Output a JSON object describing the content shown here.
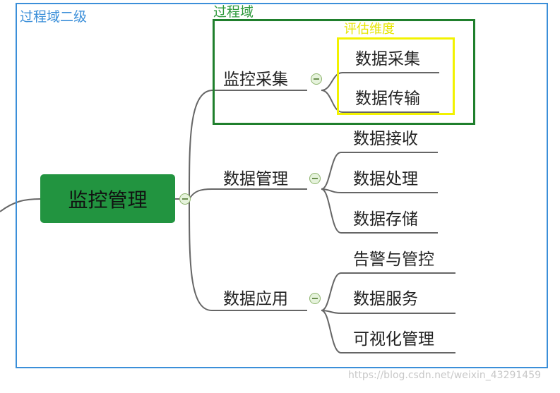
{
  "annotations": {
    "level2_domain": "过程域二级",
    "process_domain": "过程域",
    "eval_dimension": "评估维度"
  },
  "mindmap": {
    "root": "监控管理",
    "branches": [
      {
        "label": "监控采集",
        "children": [
          "数据采集",
          "数据传输"
        ]
      },
      {
        "label": "数据管理",
        "children": [
          "数据接收",
          "数据处理",
          "数据存储"
        ]
      },
      {
        "label": "数据应用",
        "children": [
          "告警与管控",
          "数据服务",
          "可视化管理"
        ]
      }
    ]
  },
  "colors": {
    "blue_frame": "#3b8fd9",
    "green_frame": "#1f7f2c",
    "yellow_frame": "#f2f200",
    "root_fill": "#229440",
    "line": "#666666"
  },
  "watermark": "https://blog.csdn.net/weixin_43291459"
}
